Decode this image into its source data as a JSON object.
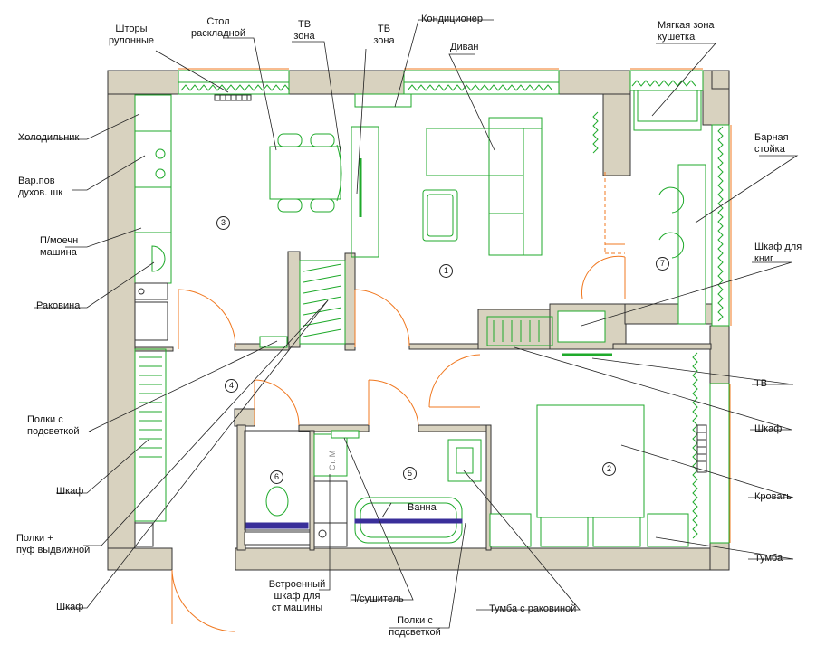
{
  "labels": {
    "shtory": "Шторы\nрулонные",
    "stol": "Стол\nраскладной",
    "tv_zona_1": "ТВ\nзона",
    "tv_zona_2": "ТВ\nзона",
    "kondicioner": "Кондиционер",
    "divan": "Диван",
    "myagkaya_zona": "Мягкая зона\nкушетка",
    "holodilnik": "Холодильник",
    "var_pov": "Вар.пов\nдухов. шк",
    "posudomoechnaya": "П/моечн\nмашина",
    "rakovina": "Раковина",
    "barnaya_stoika": "Барная\nстойка",
    "shkaf_knig": "Шкаф для\nкниг",
    "tv": "ТВ",
    "polki_podsvetkoi_1": "Полки с\nподсветкой",
    "shkaf_1": "Шкаф",
    "shkaf_2": "Шкаф",
    "krovat": "Кровать",
    "polki_puf": "Полки +\nпуф выдвижной",
    "tumba": "Тумба",
    "shkaf_3": "Шкаф",
    "vstroenny_shkaf": "Встроенный\nшкаф для\nст машины",
    "polotencesushitel": "П/сушитель",
    "tumba_rakovina": "Тумба с раковиной",
    "polki_podsvetkoi_2": "Полки с\nподсветкой",
    "vanna": "Ванна",
    "st_m": "Ст. М"
  },
  "rooms": [
    "1",
    "2",
    "3",
    "4",
    "5",
    "6",
    "7"
  ],
  "colors": {
    "wall_fill": "#d8d2bf",
    "wall_stroke": "#333333",
    "furniture": "#1faa2b",
    "door": "#f07820",
    "leader": "#222222",
    "bath_accent": "#3a2f9a"
  }
}
